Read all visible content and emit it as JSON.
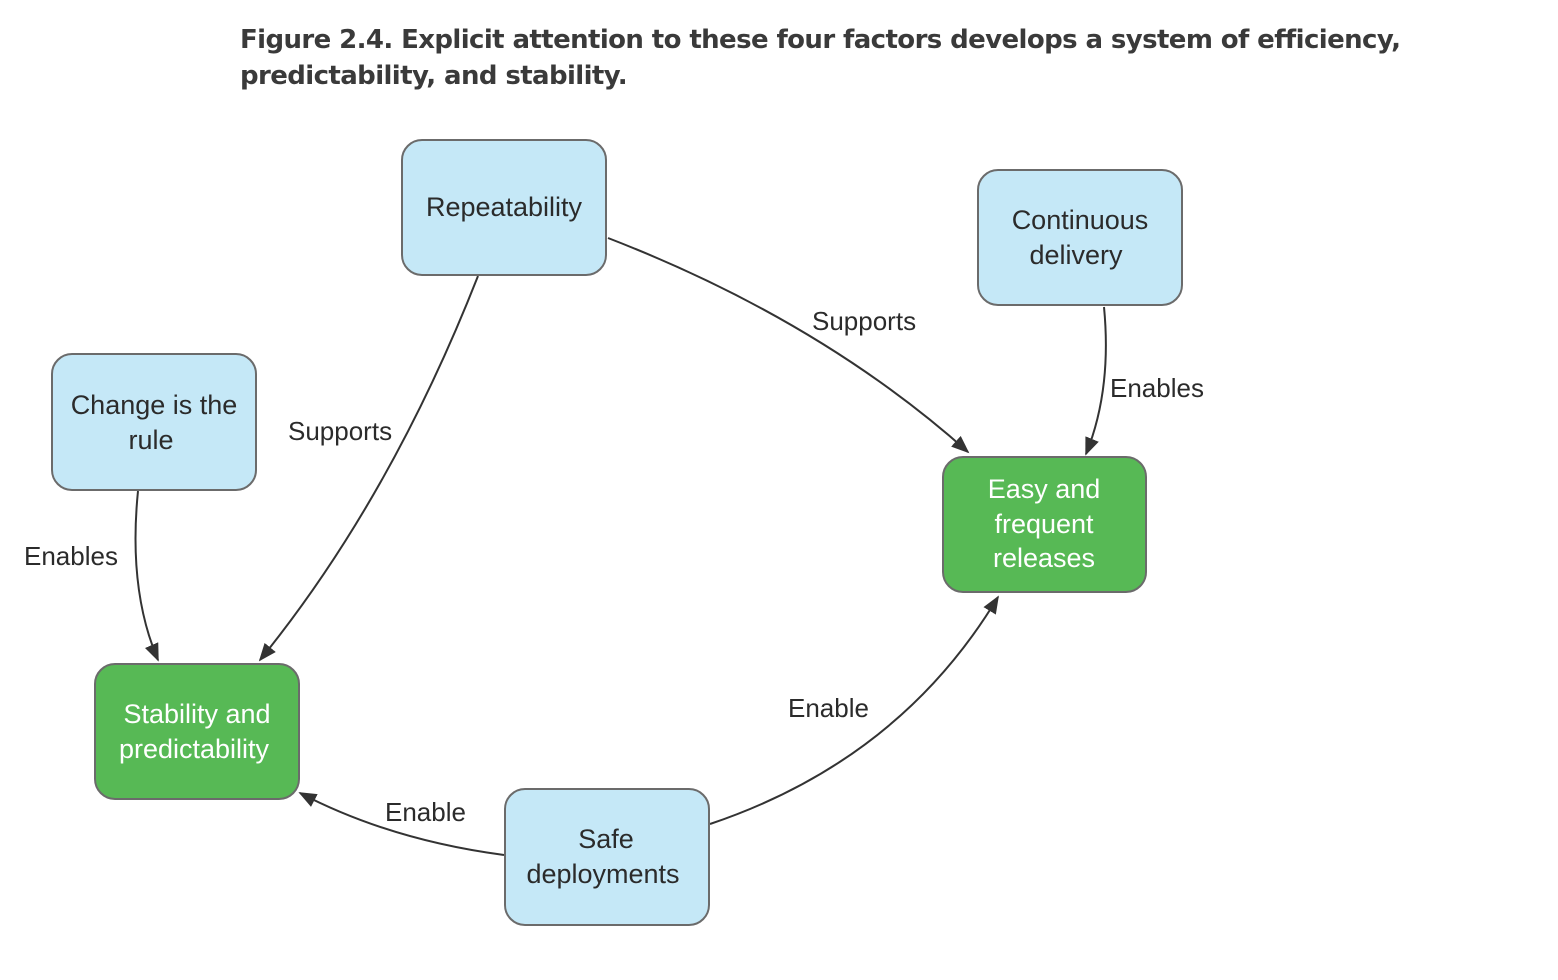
{
  "caption": "Figure 2.4. Explicit attention to these four factors develops a system of efficiency, predictability, and stability.",
  "colors": {
    "factor_fill": "#c5e8f7",
    "outcome_fill": "#57b955",
    "border": "#6b6b6b",
    "arrow": "#333333"
  },
  "nodes": {
    "repeatability": {
      "kind": "factor",
      "lines": [
        "Repeatability"
      ]
    },
    "continuous_delivery": {
      "kind": "factor",
      "lines": [
        "Continuous",
        "delivery"
      ]
    },
    "change_is_the_rule": {
      "kind": "factor",
      "lines": [
        "Change is the",
        "rule"
      ]
    },
    "easy_frequent_releases": {
      "kind": "outcome",
      "lines": [
        "Easy and",
        "frequent",
        "releases"
      ]
    },
    "stability_predictability": {
      "kind": "outcome",
      "lines": [
        "Stability and",
        "predictability"
      ]
    },
    "safe_deployments": {
      "kind": "factor",
      "lines": [
        "Safe",
        "deployments"
      ]
    }
  },
  "edges": [
    {
      "from": "repeatability",
      "to": "easy_frequent_releases",
      "label": "Supports"
    },
    {
      "from": "repeatability",
      "to": "stability_predictability",
      "label": "Supports"
    },
    {
      "from": "continuous_delivery",
      "to": "easy_frequent_releases",
      "label": "Enables"
    },
    {
      "from": "change_is_the_rule",
      "to": "stability_predictability",
      "label": "Enables"
    },
    {
      "from": "safe_deployments",
      "to": "easy_frequent_releases",
      "label": "Enable"
    },
    {
      "from": "safe_deployments",
      "to": "stability_predictability",
      "label": "Enable"
    }
  ]
}
